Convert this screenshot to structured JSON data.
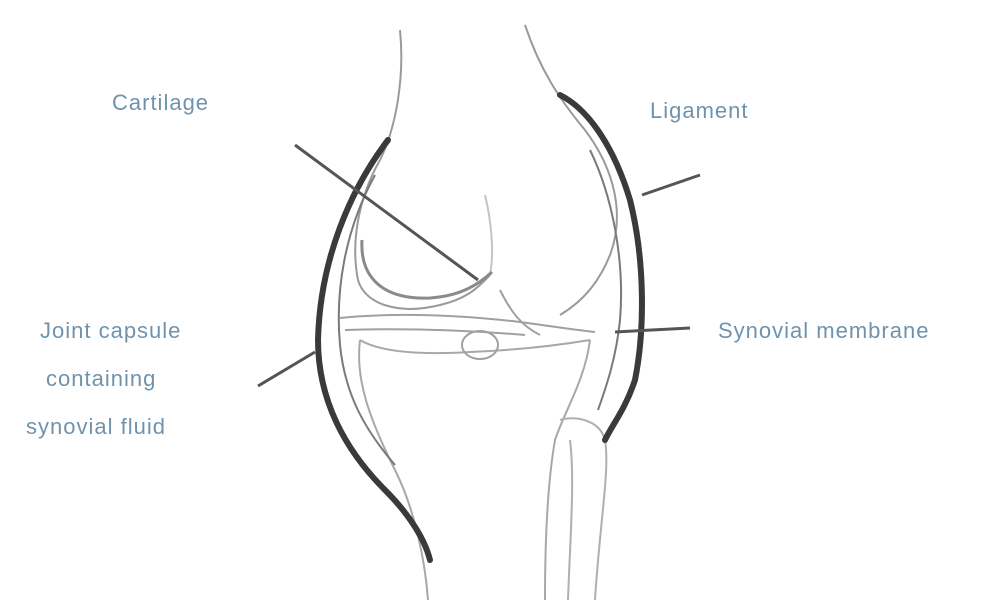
{
  "diagram": {
    "labels": {
      "cartilage": "Cartilage",
      "ligament": "Ligament",
      "synovial_membrane": "Synovial membrane",
      "joint_capsule_line1": "Joint capsule",
      "joint_capsule_line2": "containing",
      "joint_capsule_line3": "synovial fluid"
    },
    "colors": {
      "label_text": "#6f93ad",
      "outline": "#3a3a3a",
      "leader_line": "#555555",
      "faint_structure": "#b8b8b8"
    }
  }
}
